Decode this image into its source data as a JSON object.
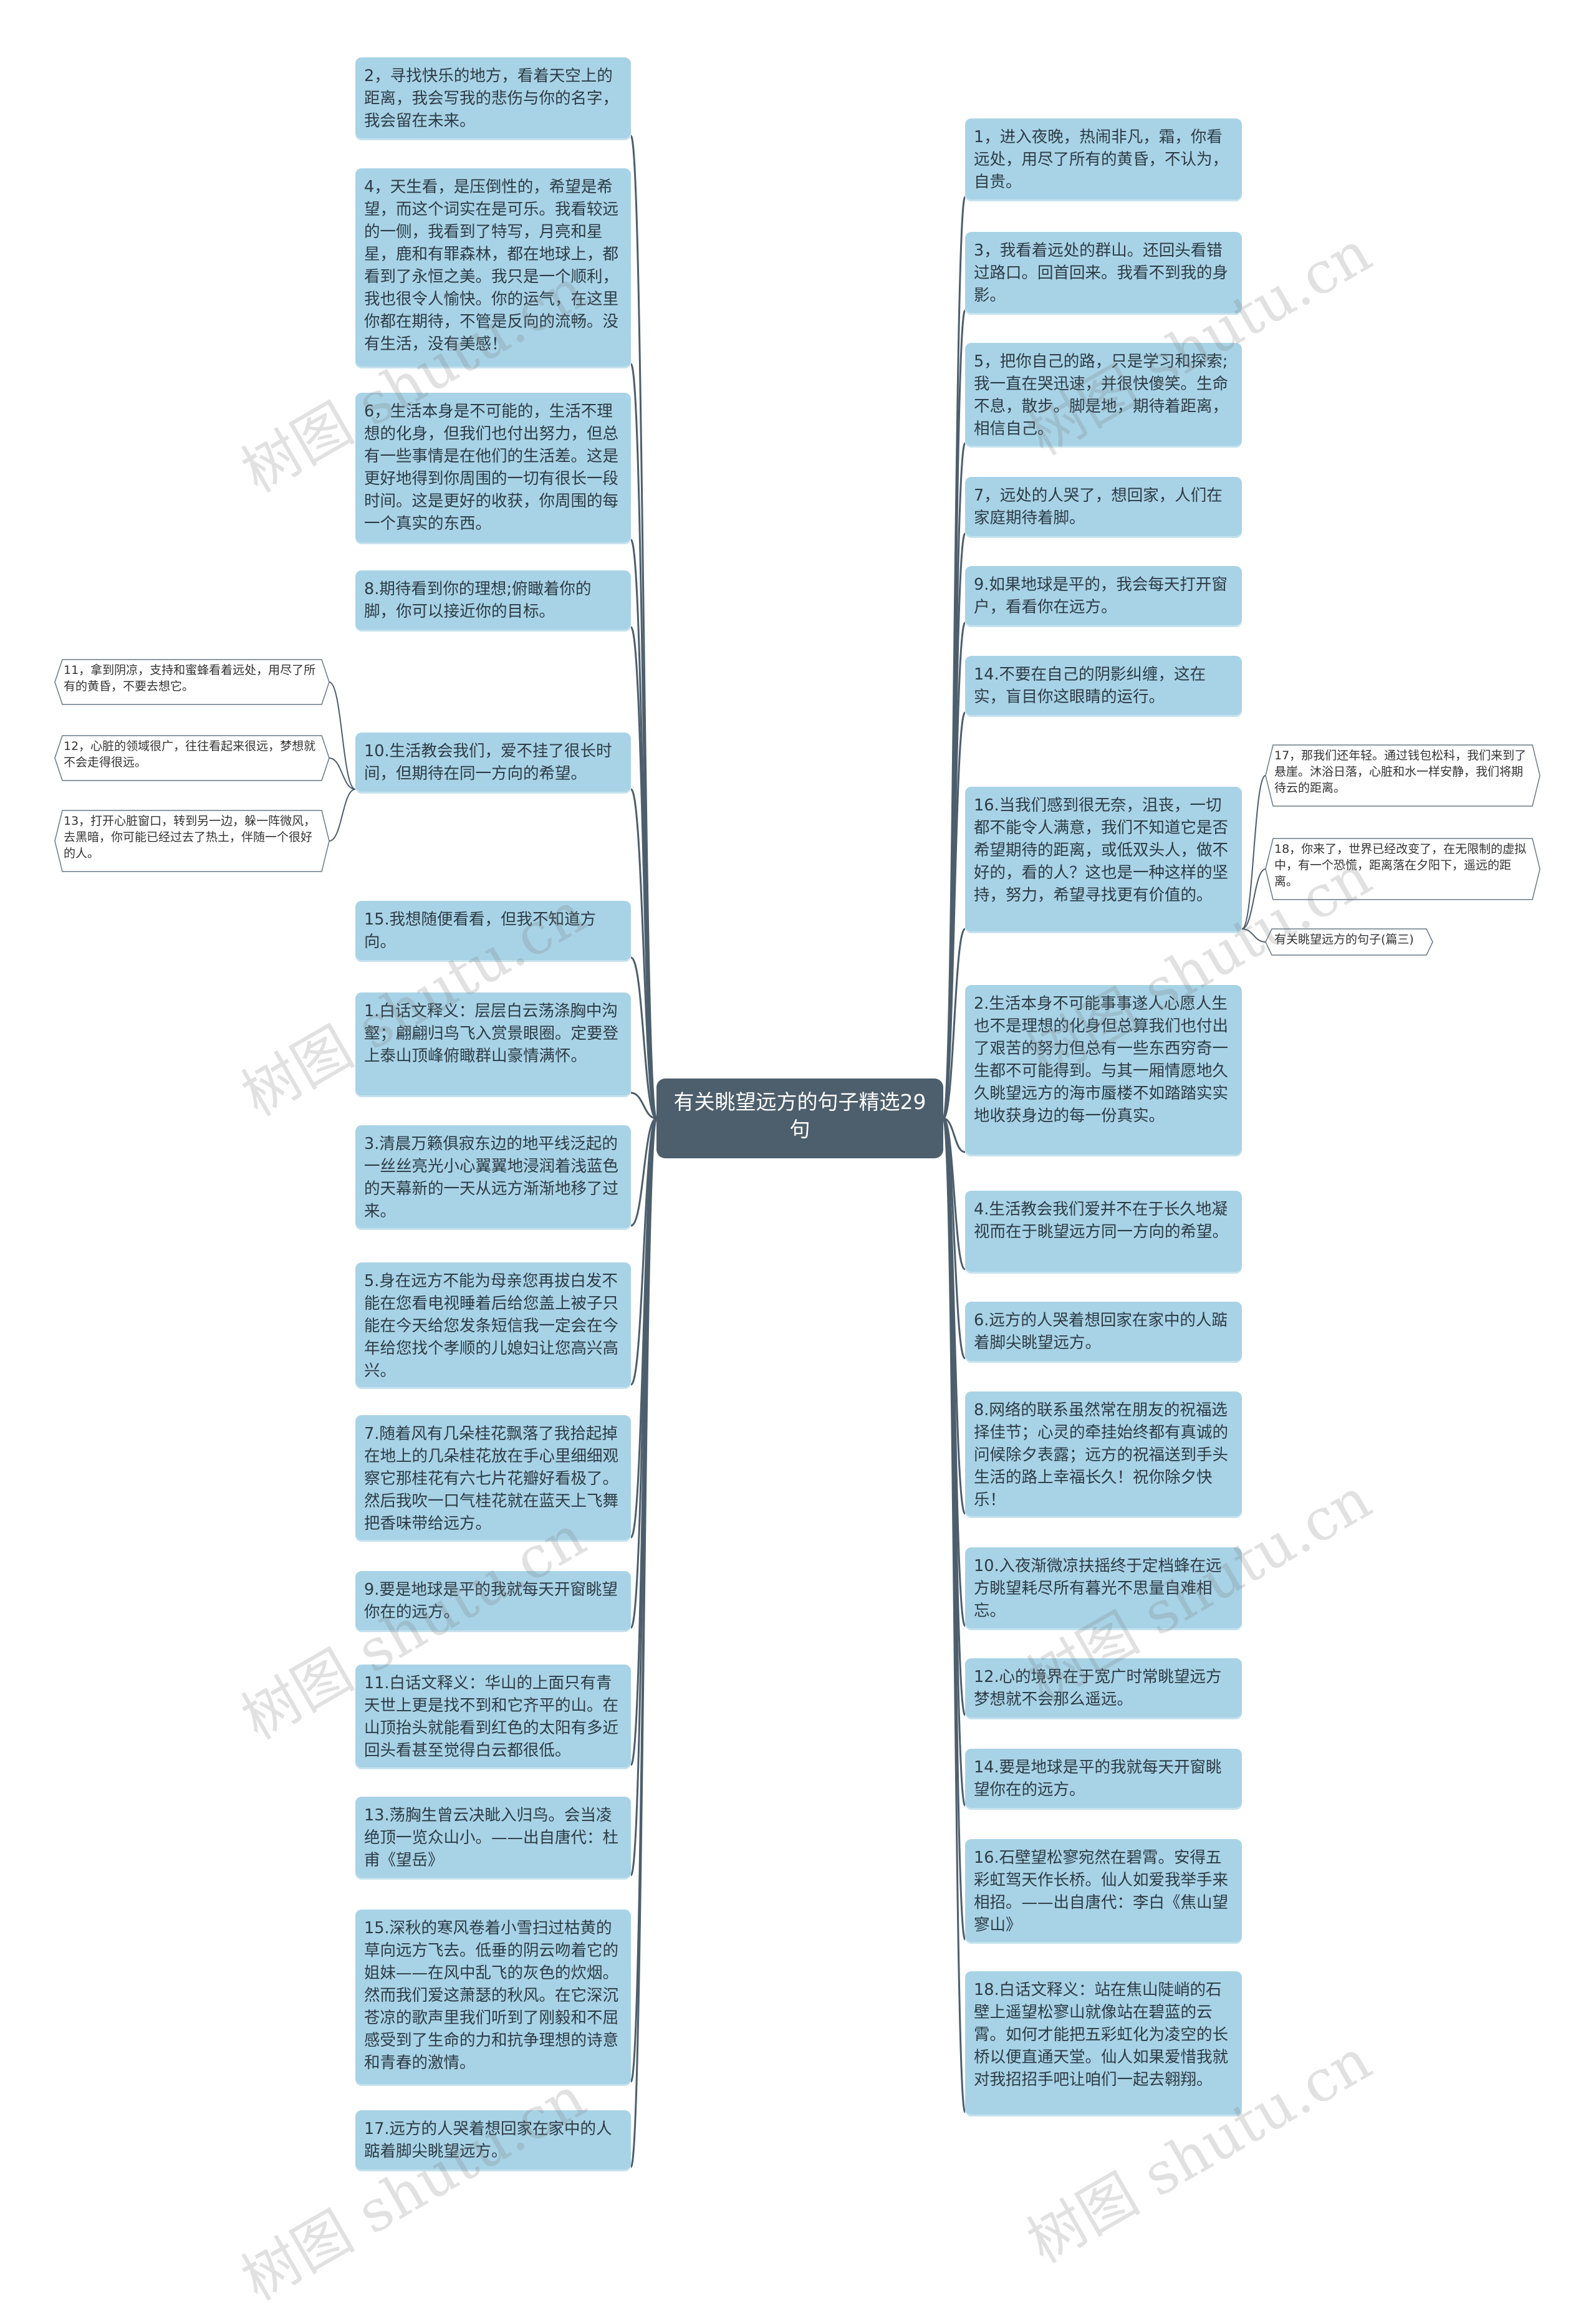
{
  "title": "有关眺望远方的句子精选29句",
  "watermark_text": "树图 shutu.cn",
  "colors": {
    "node_bg": "#a8d3e6",
    "root_bg": "#4d5e6c",
    "line": "#4d5e6c"
  },
  "left": [
    "2，寻找快乐的地方，看着天空上的距离，我会写我的悲伤与你的名字，我会留在未来。",
    "4，天生看，是压倒性的，希望是希望，而这个词实在是可乐。我看较远的一侧，我看到了特写，月亮和星星，鹿和有罪森林，都在地球上，都看到了永恒之美。我只是一个顺利，我也很令人愉快。你的运气，在这里你都在期待，不管是反向的流畅。没有生活，没有美感！",
    "6，生活本身是不可能的，生活不理想的化身，但我们也付出努力，但总有一些事情是在他们的生活差。这是更好地得到你周围的一切有很长一段时间。这是更好的收获，你周围的每一个真实的东西。",
    "8.期待看到你的理想;俯瞰着你的脚，你可以接近你的目标。",
    "10.生活教会我们，爱不挂了很长时间，但期待在同一方向的希望。",
    "15.我想随便看看，但我不知道方向。",
    "1.白话文释义：层层白云荡涤胸中沟壑；翩翩归鸟飞入赏景眼圈。定要登上泰山顶峰俯瞰群山豪情满怀。",
    "3.清晨万籁俱寂东边的地平线泛起的一丝丝亮光小心翼翼地浸润着浅蓝色的天幕新的一天从远方渐渐地移了过来。",
    "5.身在远方不能为母亲您再拔白发不能在您看电视睡着后给您盖上被子只能在今天给您发条短信我一定会在今年给您找个孝顺的儿媳妇让您高兴高兴。",
    "7.随着风有几朵桂花飘落了我拾起掉在地上的几朵桂花放在手心里细细观察它那桂花有六七片花瓣好看极了。然后我吹一口气桂花就在蓝天上飞舞把香味带给远方。",
    "9.要是地球是平的我就每天开窗眺望你在的远方。",
    "11.白话文释义：华山的上面只有青天世上更是找不到和它齐平的山。在山顶抬头就能看到红色的太阳有多近回头看甚至觉得白云都很低。",
    "13.荡胸生曾云决眦入归鸟。会当凌绝顶一览众山小。——出自唐代：杜甫《望岳》",
    "15.深秋的寒风卷着小雪扫过枯黄的草向远方飞去。低垂的阴云吻着它的姐妹——在风中乱飞的灰色的炊烟。然而我们爱这萧瑟的秋风。在它深沉苍凉的歌声里我们听到了刚毅和不屈感受到了生命的力和抗争理想的诗意和青春的激情。",
    "17.远方的人哭着想回家在家中的人踮着脚尖眺望远方。"
  ],
  "right": [
    "1，进入夜晚，热闹非凡，霜，你看远处，用尽了所有的黄昏，不认为，自贵。",
    "3，我看着远处的群山。还回头看错过路口。回首回来。我看不到我的身影。",
    "5，把你自己的路，只是学习和探索;我一直在哭迅速，并很快傻笑。生命不息，散步。脚是地，期待着距离，相信自己。",
    "7，远处的人哭了，想回家，人们在家庭期待着脚。",
    "9.如果地球是平的，我会每天打开窗户，看看你在远方。",
    "14.不要在自己的阴影纠缠，这在实，盲目你这眼睛的运行。",
    "16.当我们感到很无奈，沮丧，一切都不能令人满意，我们不知道它是否希望期待的距离，或低双头人，做不好的，看的人？这也是一种这样的坚持，努力，希望寻找更有价值的。",
    "2.生活本身不可能事事遂人心愿人生也不是理想的化身但总算我们也付出了艰苦的努力但总有一些东西穷奇一生都不可能得到。与其一厢情愿地久久眺望远方的海市蜃楼不如踏踏实实地收获身边的每一份真实。",
    "4.生活教会我们爱并不在于长久地凝视而在于眺望远方同一方向的希望。",
    "6.远方的人哭着想回家在家中的人踮着脚尖眺望远方。",
    "8.网络的联系虽然常在朋友的祝福选择佳节；心灵的牵挂始终都有真诚的问候除夕表露；远方的祝福送到手头生活的路上幸福长久！祝你除夕快乐！",
    "10.入夜渐微凉扶摇终于定档蜂在远方眺望耗尽所有暮光不思量自难相忘。",
    "12.心的境界在于宽广时常眺望远方梦想就不会那么遥远。",
    "14.要是地球是平的我就每天开窗眺望你在的远方。",
    "16.石壁望松寥宛然在碧霄。安得五彩虹驾天作长桥。仙人如爱我举手来相招。——出自唐代：李白《焦山望寥山》",
    "18.白话文释义：站在焦山陡峭的石壁上遥望松寥山就像站在碧蓝的云霄。如何才能把五彩虹化为凌空的长桥以便直通天堂。仙人如果爱惜我就对我招招手吧让咱们一起去翱翔。"
  ],
  "left_leaves": [
    "11，拿到阴凉，支持和蜜蜂看着远处，用尽了所有的黄昏，不要去想它。",
    "12，心脏的领域很广，往往看起来很远，梦想就不会走得很远。",
    "13，打开心脏窗口，转到另一边，躲一阵微风，去黑暗，你可能已经过去了热土，伴随一个很好的人。"
  ],
  "right_leaves": [
    "17，那我们还年轻。通过钱包松科，我们来到了悬崖。沐浴日落，心脏和水一样安静，我们将期待云的距离。",
    "18，你来了，世界已经改变了，在无限制的虚拟中，有一个恐慌，距离落在夕阳下，遥远的距离。",
    "有关眺望远方的句子(篇三)"
  ]
}
